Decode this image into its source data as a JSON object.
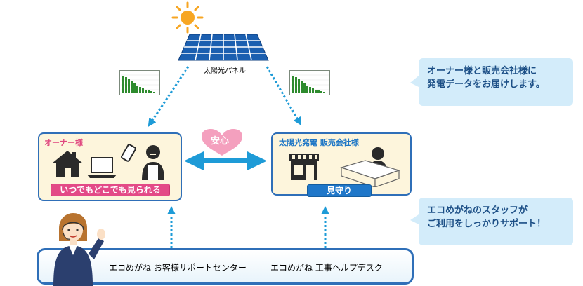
{
  "solar_panel": {
    "label": "太陽光パネル"
  },
  "owner_box": {
    "title": "オーナー様",
    "caption": "いつでもどこでも見られる"
  },
  "dealer_box": {
    "title": "太陽光発電 販売会社様",
    "caption": "見守り"
  },
  "heart": {
    "label": "安心"
  },
  "callouts": {
    "top_line1": "オーナー様と販売会社様に",
    "top_line2": "発電データをお届けします。",
    "bottom_line1": "エコめがねのスタッフが",
    "bottom_line2": "ご利用をしっかりサポート！"
  },
  "support_bar": {
    "customer_center": "エコめがね お客様サポートセンター",
    "help_desk": "エコめがね 工事ヘルプデスク"
  },
  "colors": {
    "accent_blue": "#2f6fb8",
    "arrow_blue": "#1e9bd7",
    "pink": "#e34a87",
    "box_fill": "#fdf5dc",
    "callout_fill": "#d3ecfa",
    "sun": "#f7a623",
    "graph_green": "#2e8b2e"
  },
  "icons": [
    "sun-icon",
    "solar-panel-icon",
    "bar-graph-icon",
    "house-icon",
    "laptop-icon",
    "smartphone-icon",
    "person-icon",
    "shop-icon",
    "support-staff-icon",
    "heart-icon"
  ]
}
